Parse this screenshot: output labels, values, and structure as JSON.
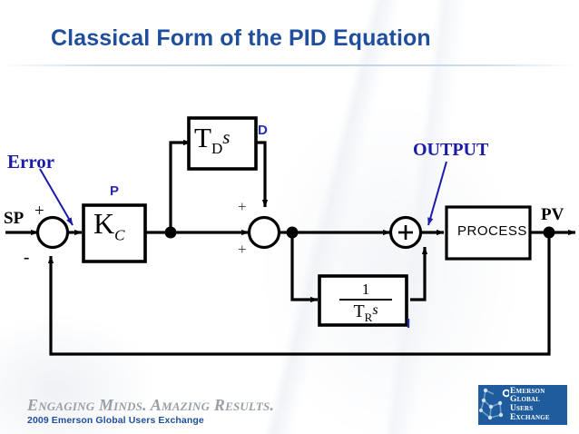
{
  "slide": {
    "title": "Classical Form of the PID Equation"
  },
  "diagram": {
    "inputs": {
      "setpoint_label": "SP",
      "output_label": "PV"
    },
    "signs": {
      "sp_plus": "+",
      "feedback_minus": "-",
      "mid_sum_plus_top": "+",
      "mid_sum_plus_bottom": "+",
      "right_sum_plus": "+"
    },
    "blocks": {
      "proportional": {
        "symbol": "K",
        "subscript": "C",
        "tag": "P"
      },
      "derivative": {
        "symbol": "T",
        "subscript": "D",
        "operator": "s",
        "tag": "D"
      },
      "integral": {
        "numerator": "1",
        "symbol": "T",
        "subscript": "R",
        "operator": "s",
        "tag": "I"
      },
      "process": {
        "label": "PROCESS"
      }
    },
    "annotations": {
      "error": "Error",
      "output": "OUTPUT"
    }
  },
  "footer": {
    "tagline": "Engaging Minds. Amazing Results.",
    "event": "2009 Emerson Global Users Exchange",
    "logo": {
      "line1": "Emerson",
      "line2": "Global",
      "line3": "Users",
      "line4": "Exchange"
    }
  },
  "colors": {
    "title_blue": "#1F4E9C",
    "annotation_blue": "#1B1BA8",
    "logo_blue": "#1F5C9E",
    "tagline_gray": "#9aa0a6"
  }
}
